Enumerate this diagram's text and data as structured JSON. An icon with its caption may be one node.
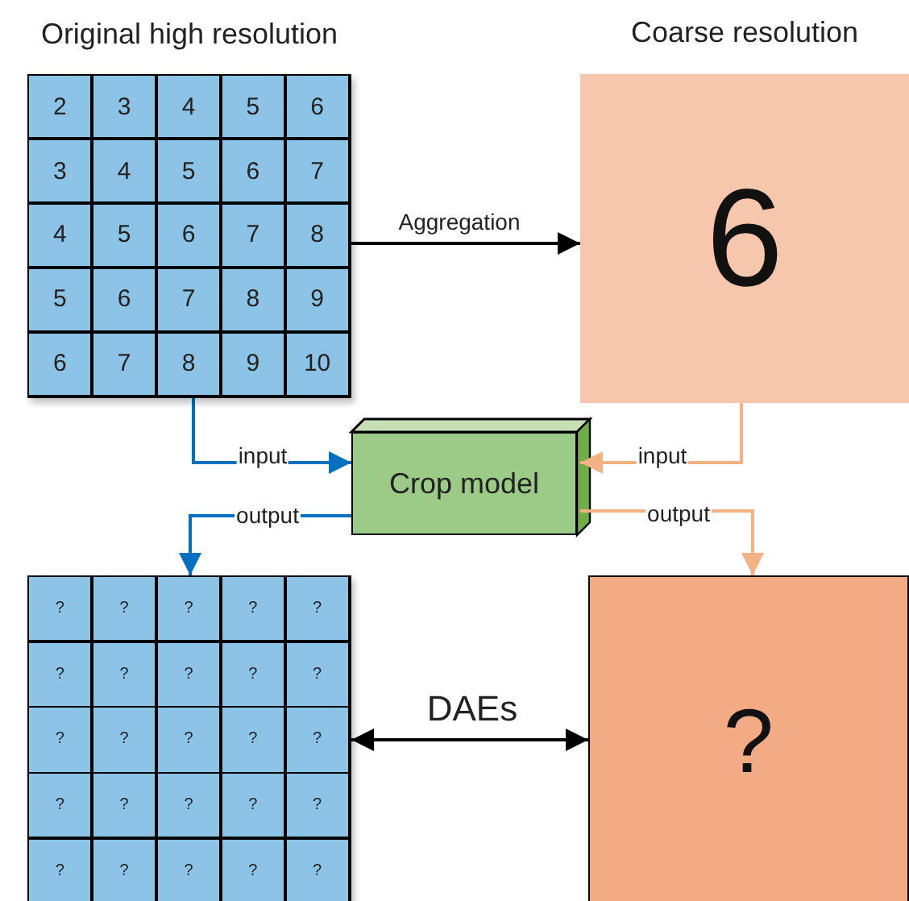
{
  "diagram": {
    "nodes": [
      {
        "text": [
          "Original high resolution"
        ]
      },
      {
        "text": [
          "Coarse resolution",
          "6"
        ]
      },
      {
        "text": [
          "Crop model"
        ]
      },
      {
        "text": [],
        "shape": "box"
      },
      {
        "text": [
          "?"
        ]
      }
    ],
    "edges": [
      {
        "from": 0,
        "to": 1,
        "arrow": "to",
        "label": "Aggregation"
      },
      {
        "from": 0,
        "to": 2,
        "arrow": "to",
        "label": "input",
        "color": "#0070c0"
      },
      {
        "from": 1,
        "to": 2,
        "arrow": "to",
        "label": "input",
        "color": "#f4b183"
      },
      {
        "from": 2,
        "to": 3,
        "arrow": "to",
        "label": "output",
        "color": "#0070c0"
      },
      {
        "from": 2,
        "to": 4,
        "arrow": "to",
        "label": "output",
        "color": "#f4b183"
      },
      {
        "from": 3,
        "to": 4,
        "arrow": "both",
        "label": "DAEs"
      }
    ],
    "labels": [
      "2",
      "3",
      "4",
      "5",
      "6",
      "3",
      "4",
      "5",
      "6",
      "7",
      "4",
      "5",
      "6",
      "7",
      "8",
      "5",
      "6",
      "7",
      "8",
      "9",
      "6",
      "7",
      "8",
      "9",
      "10",
      "?",
      "?",
      "?",
      "?",
      "?",
      "?",
      "?",
      "?",
      "?",
      "?",
      "?",
      "?",
      "?",
      "?",
      "?",
      "?",
      "?",
      "?",
      "?",
      "?",
      "?",
      "?",
      "?",
      "?",
      "?"
    ]
  }
}
